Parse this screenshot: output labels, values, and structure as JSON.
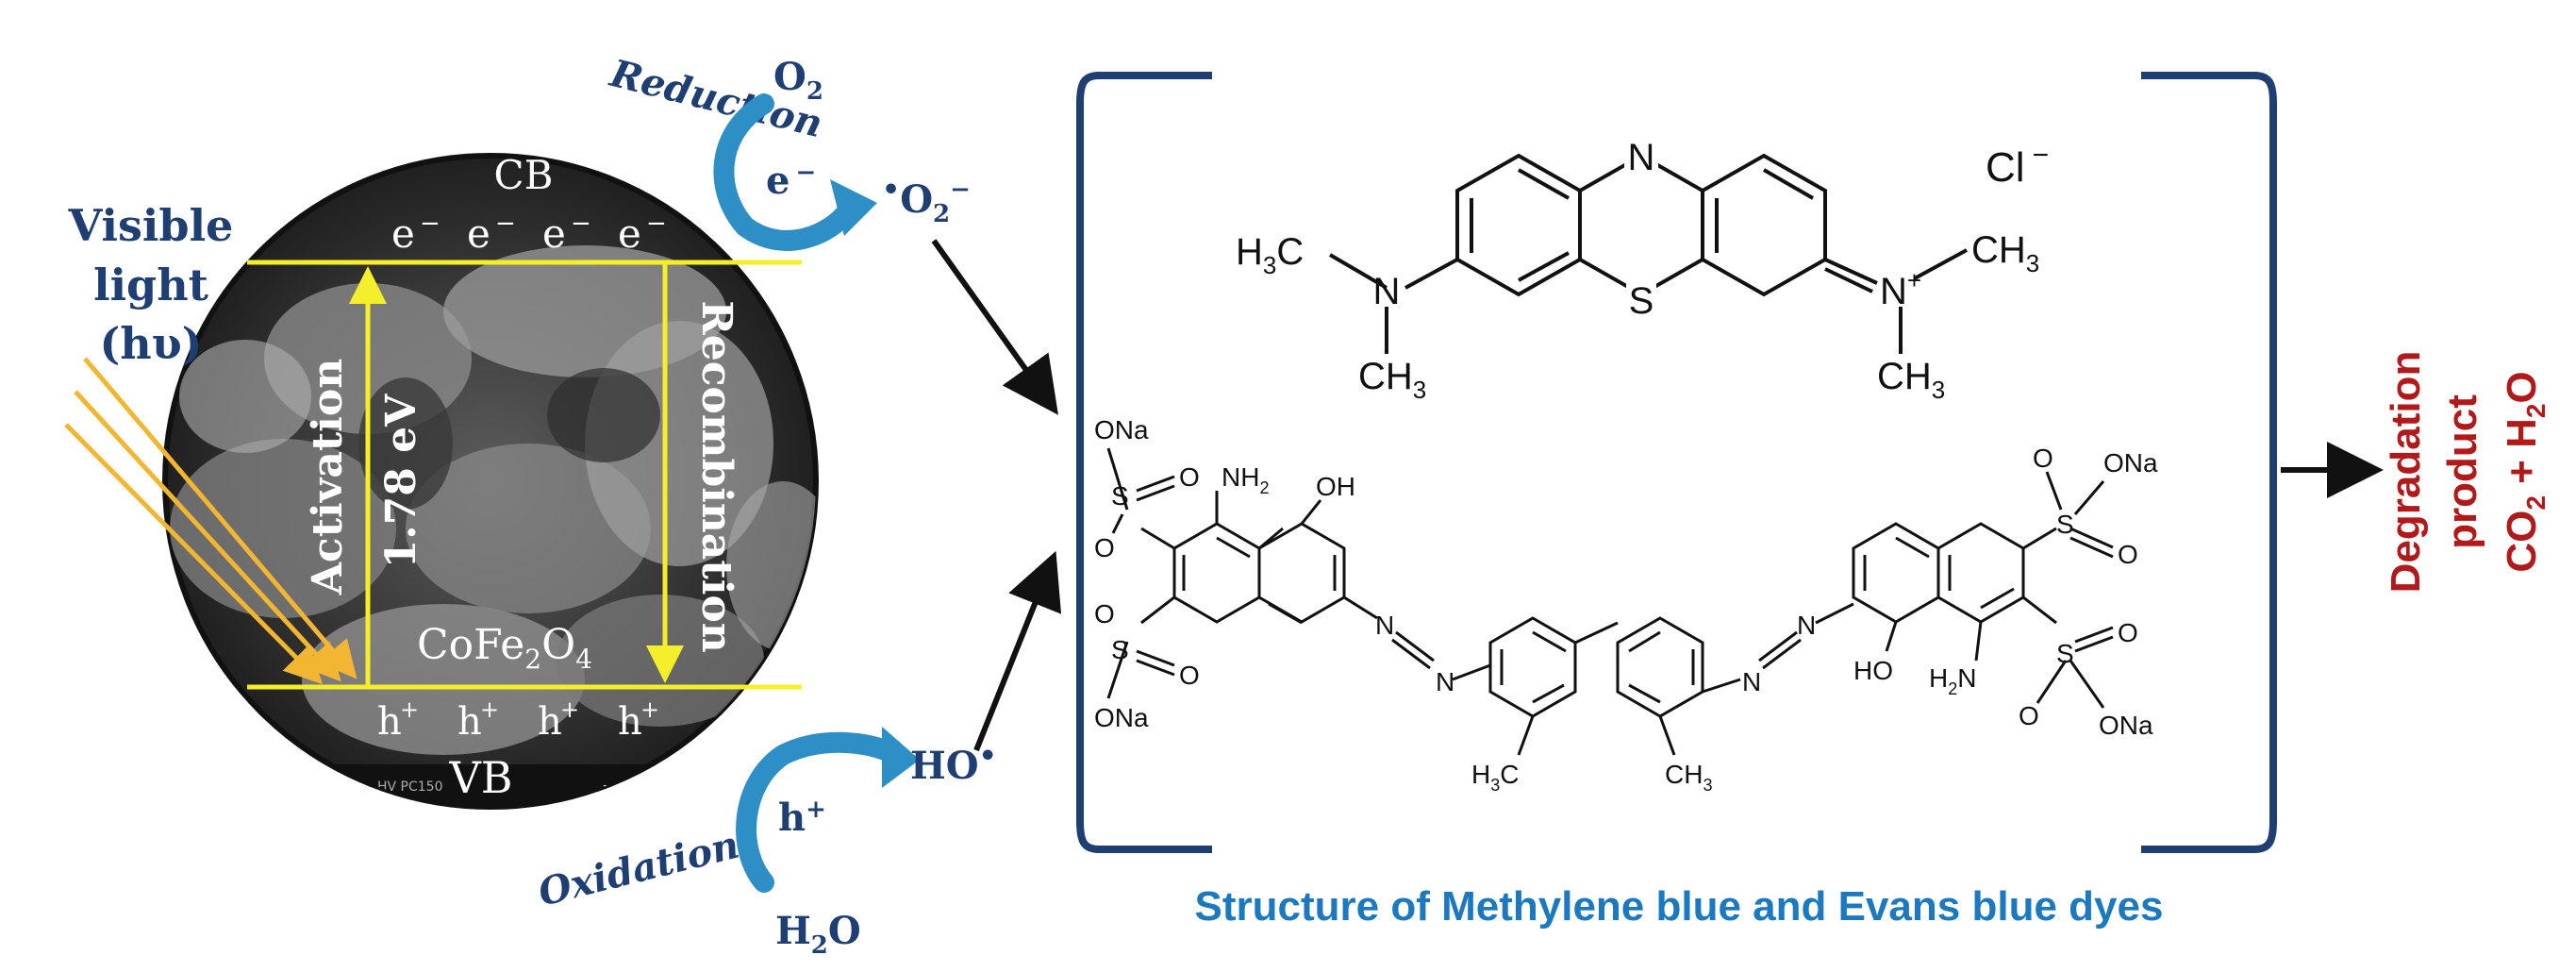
{
  "colors": {
    "navy": "#1f3f73",
    "arrow_blue": "#2d8fc5",
    "yellow": "#f5ee2a",
    "light_orange": "#f2b632",
    "dark_red": "#b11a1a",
    "caption_blue": "#1c79c0",
    "black": "#111111"
  },
  "left": {
    "visible_light": [
      "Visible",
      "light",
      "(hυ)"
    ],
    "reduction": "Reduction",
    "oxidation": "Oxidation",
    "o2": "O",
    "o2_sub": "2",
    "superoxide": "O",
    "superoxide_sub": "2",
    "superoxide_sup": "−",
    "electron_out": "e",
    "electron_out_sup": "−",
    "hole_in": "h",
    "hole_in_sup": "+",
    "hydroxyl": "HO",
    "water": "H",
    "water_sub": "2",
    "water_tail": "O",
    "cb": "CB",
    "vb": "VB",
    "activation": "Activation",
    "band_gap": "1.78 eV",
    "recombination": "Recombination",
    "material": [
      "CoFe",
      "2",
      "O",
      "4"
    ],
    "electrons": [
      "e",
      "e",
      "e",
      "e"
    ],
    "holes": [
      "h",
      "h",
      "h",
      "h"
    ],
    "sem_footer": "HV PC150",
    "sem_icon": "scale-bar"
  },
  "molecules": {
    "chloride": "Cl",
    "chloride_sup": "−",
    "mb_atoms": {
      "n_top": "N",
      "s": "S",
      "n_left": "N",
      "n_right": "N",
      "n_right_sup": "+",
      "h3c": "H",
      "h3c_sub": "3",
      "h3c_tail": "C",
      "ch3": "CH",
      "ch3_sub": "3"
    },
    "eb_atoms": {
      "ona": "ONa",
      "o": "O",
      "s": "S",
      "nh2": "NH",
      "nh2_sub": "2",
      "h2n": "H",
      "h2n_sub": "2",
      "h2n_tail": "N",
      "oh": "OH",
      "ho": "HO",
      "n": "N",
      "h3c": "H",
      "h3c_sub": "3",
      "h3c_tail": "C",
      "ch3": "CH",
      "ch3_sub": "3"
    }
  },
  "caption": "Structure of Methylene blue and Evans blue dyes",
  "degradation": {
    "line1": "Degradation",
    "line2": "product",
    "line3_a": "CO",
    "line3_sub1": "2",
    "line3_b": " + H",
    "line3_sub2": "2",
    "line3_c": "O"
  }
}
